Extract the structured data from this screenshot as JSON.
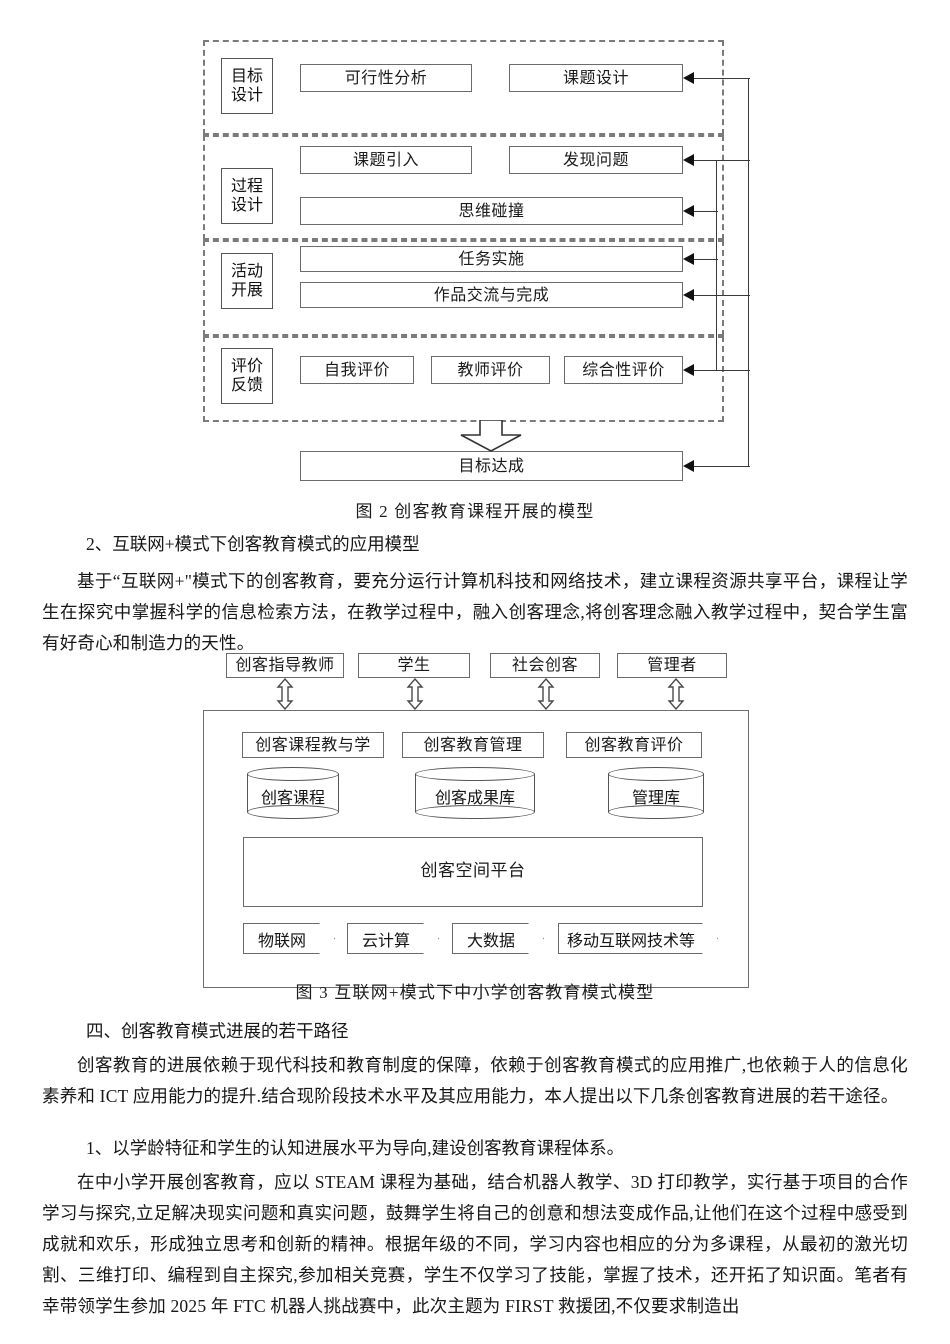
{
  "figure2": {
    "caption": "图 2 创客教育课程开展的模型",
    "stages": [
      {
        "line1": "目标",
        "line2": "设计"
      },
      {
        "line1": "过程",
        "line2": "设计"
      },
      {
        "line1": "活动",
        "line2": "开展"
      },
      {
        "line1": "评价",
        "line2": "反馈"
      }
    ],
    "nodes": {
      "feasibility_analysis": "可行性分析",
      "topic_design": "课题设计",
      "topic_intro": "课题引入",
      "find_problem": "发现问题",
      "thinking_collision": "思维碰撞",
      "task_implementation": "任务实施",
      "work_exchange": "作品交流与完成",
      "self_evaluation": "自我评价",
      "teacher_evaluation": "教师评价",
      "comprehensive_evaluation": "综合性评价",
      "goal_achieved": "目标达成"
    }
  },
  "figure3": {
    "caption": "图 3 互联网+模式下中小学创客教育模式模型",
    "actors": [
      "创客指导教师",
      "学生",
      "社会创客",
      "管理者"
    ],
    "services": [
      "创客课程教与学",
      "创客教育管理",
      "创客教育评价"
    ],
    "datastores": [
      "创客课程",
      "创客成果库",
      "管理库"
    ],
    "platform": "创客空间平台",
    "technologies": [
      "物联网",
      "云计算",
      "大数据",
      "移动互联网技术等"
    ]
  },
  "body": {
    "heading_2": "2、互联网+模式下创客教育模式的应用模型",
    "para_1": "基于“互联网+\"模式下的创客教育，要充分运行计算机科技和网络技术，建立课程资源共享平台，课程让学生在探究中掌握科学的信息检索方法，在教学过程中，融入创客理念,将创客理念融入教学过程中，契合学生富有好奇心和制造力的天性。",
    "heading_4": "四、创客教育模式进展的若干路径",
    "para_2": "创客教育的进展依赖于现代科技和教育制度的保障，依赖于创客教育模式的应用推广,也依赖于人的信息化素养和 ICT 应用能力的提升.结合现阶段技术水平及其应用能力，本人提出以下几条创客教育进展的若干途径。",
    "heading_1": "1、以学龄特征和学生的认知进展水平为导向,建设创客教育课程体系。",
    "para_3": "在中小学开展创客教育，应以 STEAM 课程为基础，结合机器人教学、3D 打印教学，实行基于项目的合作学习与探究,立足解决现实问题和真实问题，鼓舞学生将自己的创意和想法变成作品,让他们在这个过程中感受到成就和欢乐，形成独立思考和创新的精神。根据年级的不同，学习内容也相应的分为多课程，从最初的激光切割、三维打印、编程到自主探究,参加相关竞赛，学生不仅学习了技能，掌握了技术，还开拓了知识面。笔者有幸带领学生参加 2025 年 FTC 机器人挑战赛中，此次主题为 FIRST 救援团,不仅要求制造出"
  }
}
